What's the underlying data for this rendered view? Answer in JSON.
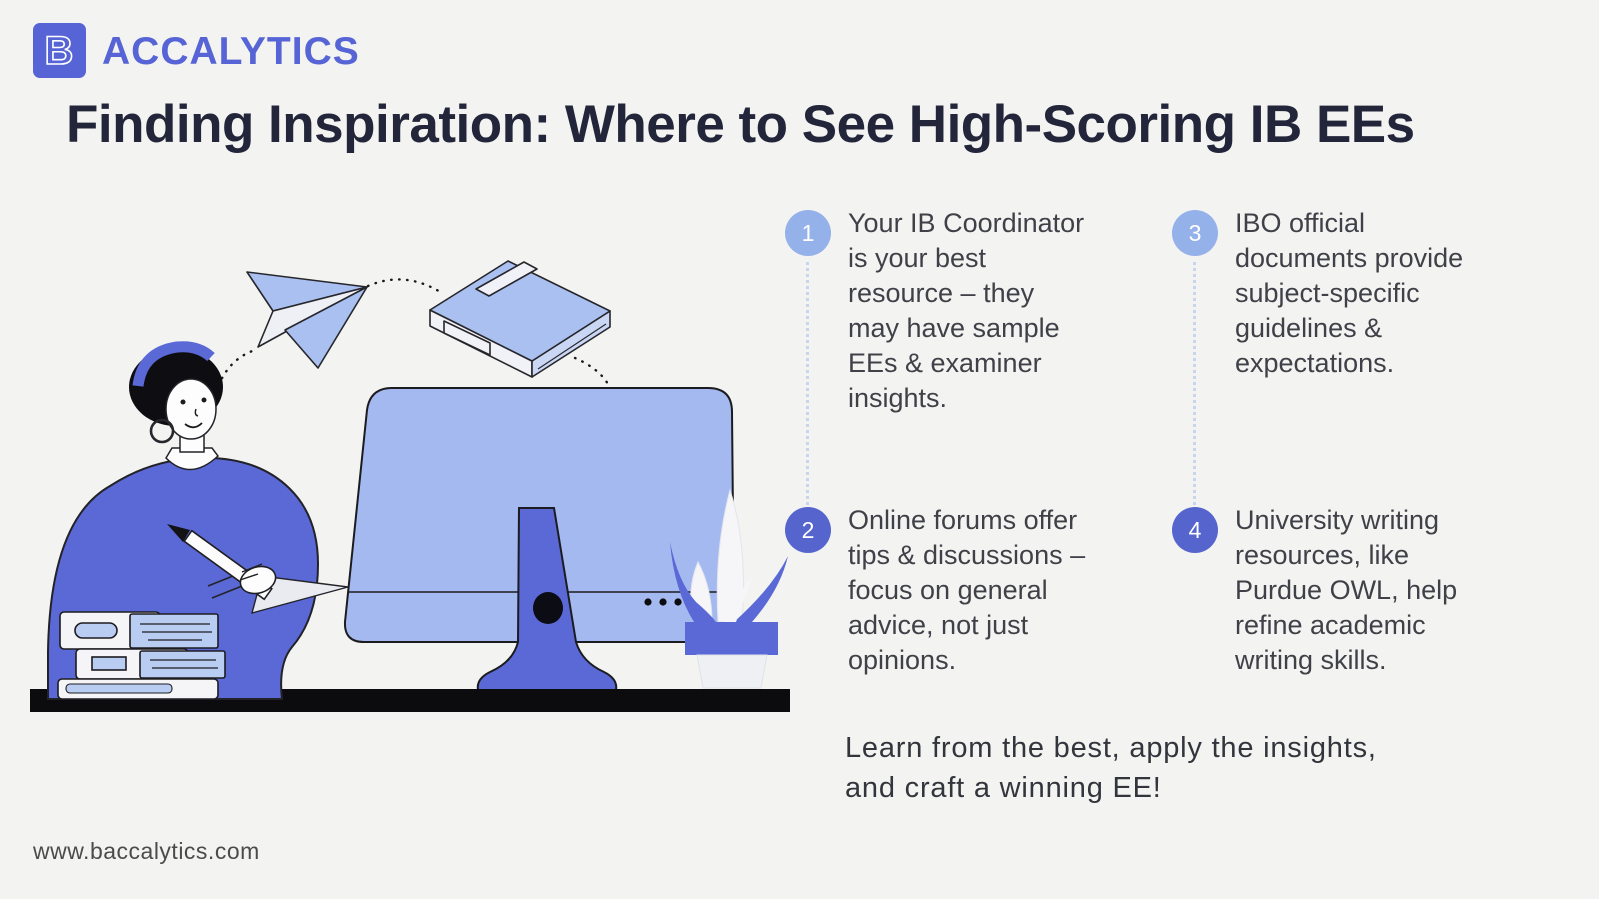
{
  "header": {
    "brand": {
      "icon_letter": "B",
      "name": "ACCALYTICS"
    },
    "title": "Finding Inspiration: Where to See High-Scoring IB EEs"
  },
  "points": [
    {
      "number": "1",
      "badge_color": "#95b1e9",
      "text": "Your IB Coordinator\nis your best\nresource – they\nmay have sample\nEEs & examiner\ninsights."
    },
    {
      "number": "2",
      "badge_color": "#5565cd",
      "text": "Online forums offer\ntips & discussions –\nfocus on general\nadvice, not just\nopinions."
    },
    {
      "number": "3",
      "badge_color": "#95b1e9",
      "text": "IBO official\ndocuments provide\nsubject-specific\nguidelines &\nexpectations."
    },
    {
      "number": "4",
      "badge_color": "#5565cd",
      "text": "University writing\nresources, like\nPurdue OWL, help\nrefine academic\nwriting skills."
    }
  ],
  "closing": "Learn from the best, apply the insights,\nand craft a winning EE!",
  "footer": {
    "url": "www.baccalytics.com"
  },
  "colors": {
    "background": "#f3f3f1",
    "brand": "#5664d5",
    "title": "#23263a",
    "body_text": "#404148",
    "badge_light": "#95b1e9",
    "badge_dark": "#5565cd",
    "connector": "#c9d5ef"
  },
  "illustration": {
    "description": "Woman with headband writing with a pen beside a stack of books, behind the back of a desktop monitor, with a paper plane and a book flying above along dotted paths, and a potted plant on the desk",
    "colors": {
      "primary_purple": "#5b69d6",
      "light_blue": "#a3b9ef",
      "pale_blue": "#b9cdf3",
      "desk_black": "#0c0c0e",
      "white": "#f6f6f8"
    }
  }
}
